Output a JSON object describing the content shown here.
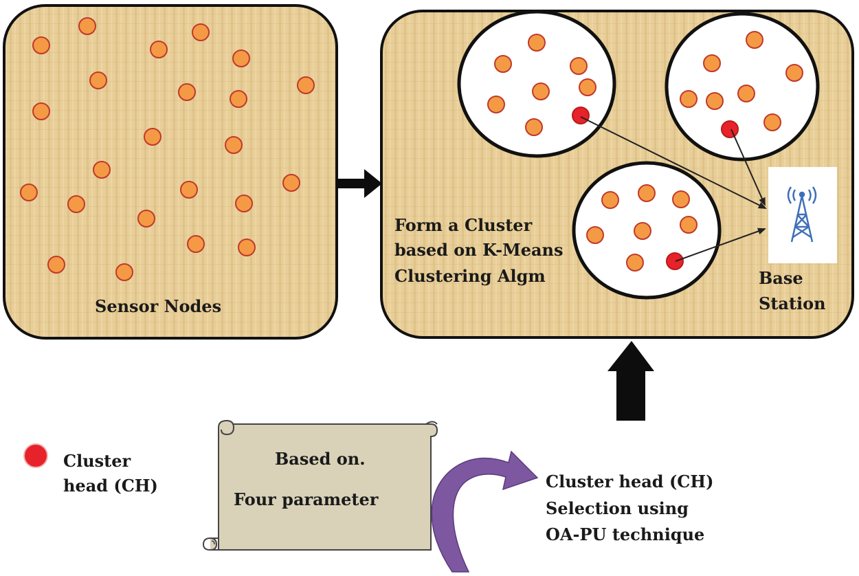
{
  "panels": {
    "sensor_nodes_label": "Sensor Nodes",
    "cluster_form_label": [
      "Form a Cluster",
      "based on K-Means",
      "Clustering Algm"
    ],
    "base_station_label": [
      "Base",
      "Station"
    ]
  },
  "legend": {
    "cluster_head_label": [
      "Cluster",
      "head (CH)"
    ]
  },
  "scroll": {
    "lines": [
      "Based on.",
      "Four parameter"
    ]
  },
  "selection": {
    "lines": [
      "Cluster head (CH)",
      "Selection using",
      "OA-PU technique"
    ]
  },
  "colors": {
    "panel_fill": "#e8ce98",
    "node_fill": "#f49a45",
    "node_stroke": "#c0392b",
    "head_fill": "#e8222a",
    "scroll_fill": "#d9d2b8",
    "curved_arrow": "#7d57a0",
    "tower": "#3e6fb8"
  }
}
